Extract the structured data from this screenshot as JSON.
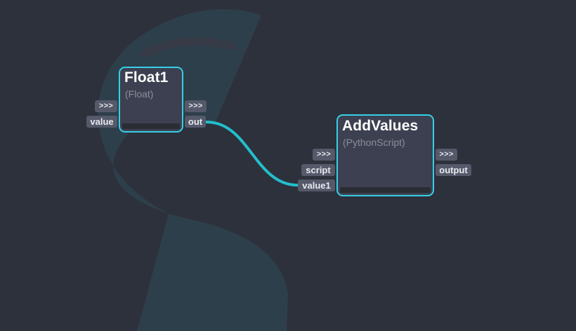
{
  "colors": {
    "background": "#2d313c",
    "node_border": "#35d0e6",
    "node_body": "#3c4050",
    "wire": "#22bfcc",
    "port_bg": "#55596a"
  },
  "nodes": {
    "float1": {
      "title": "Float1",
      "type": "(Float)",
      "inputs": {
        "exec": ">>>",
        "value": "value"
      },
      "outputs": {
        "exec": ">>>",
        "out": "out"
      }
    },
    "addvalues": {
      "title": "AddValues",
      "type": "(PythonScript)",
      "inputs": {
        "exec": ">>>",
        "script": "script",
        "value1": "value1"
      },
      "outputs": {
        "exec": ">>>",
        "output": "output"
      }
    }
  },
  "connections": [
    {
      "from": "Float1.out",
      "to": "AddValues.value1"
    }
  ]
}
